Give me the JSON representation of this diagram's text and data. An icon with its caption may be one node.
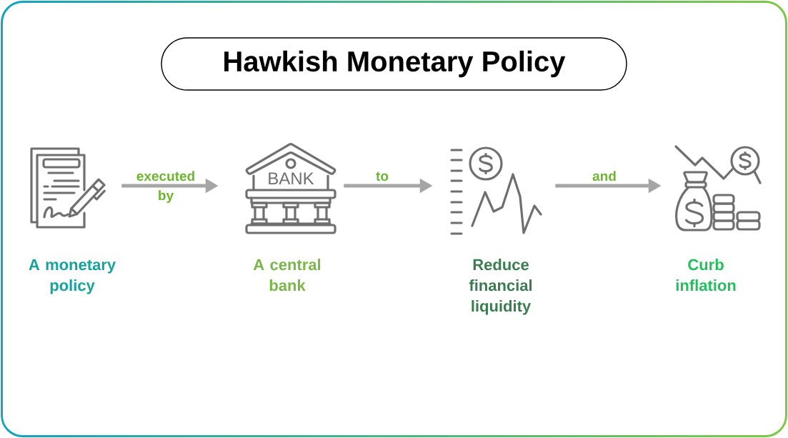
{
  "diagram": {
    "title": "Hawkish Monetary Policy",
    "nodes": [
      {
        "text": [],
        "shape": "picture",
        "beside": [
          "A monetary policy"
        ]
      },
      {
        "text": [],
        "shape": "picture",
        "beside": [
          "A central bank"
        ]
      },
      {
        "text": [],
        "shape": "picture",
        "beside": [
          "Reduce financial liquidity"
        ]
      },
      {
        "text": [],
        "shape": "picture",
        "beside": [
          "Curb inflation"
        ]
      }
    ],
    "edges": [
      {
        "from": 0,
        "to": 1,
        "arrow": "to",
        "label": "executed by"
      },
      {
        "from": 1,
        "to": 2,
        "arrow": "to",
        "label": "to"
      },
      {
        "from": 2,
        "to": 3,
        "arrow": "to",
        "label": "and"
      }
    ],
    "labels": [
      "BANK"
    ]
  }
}
